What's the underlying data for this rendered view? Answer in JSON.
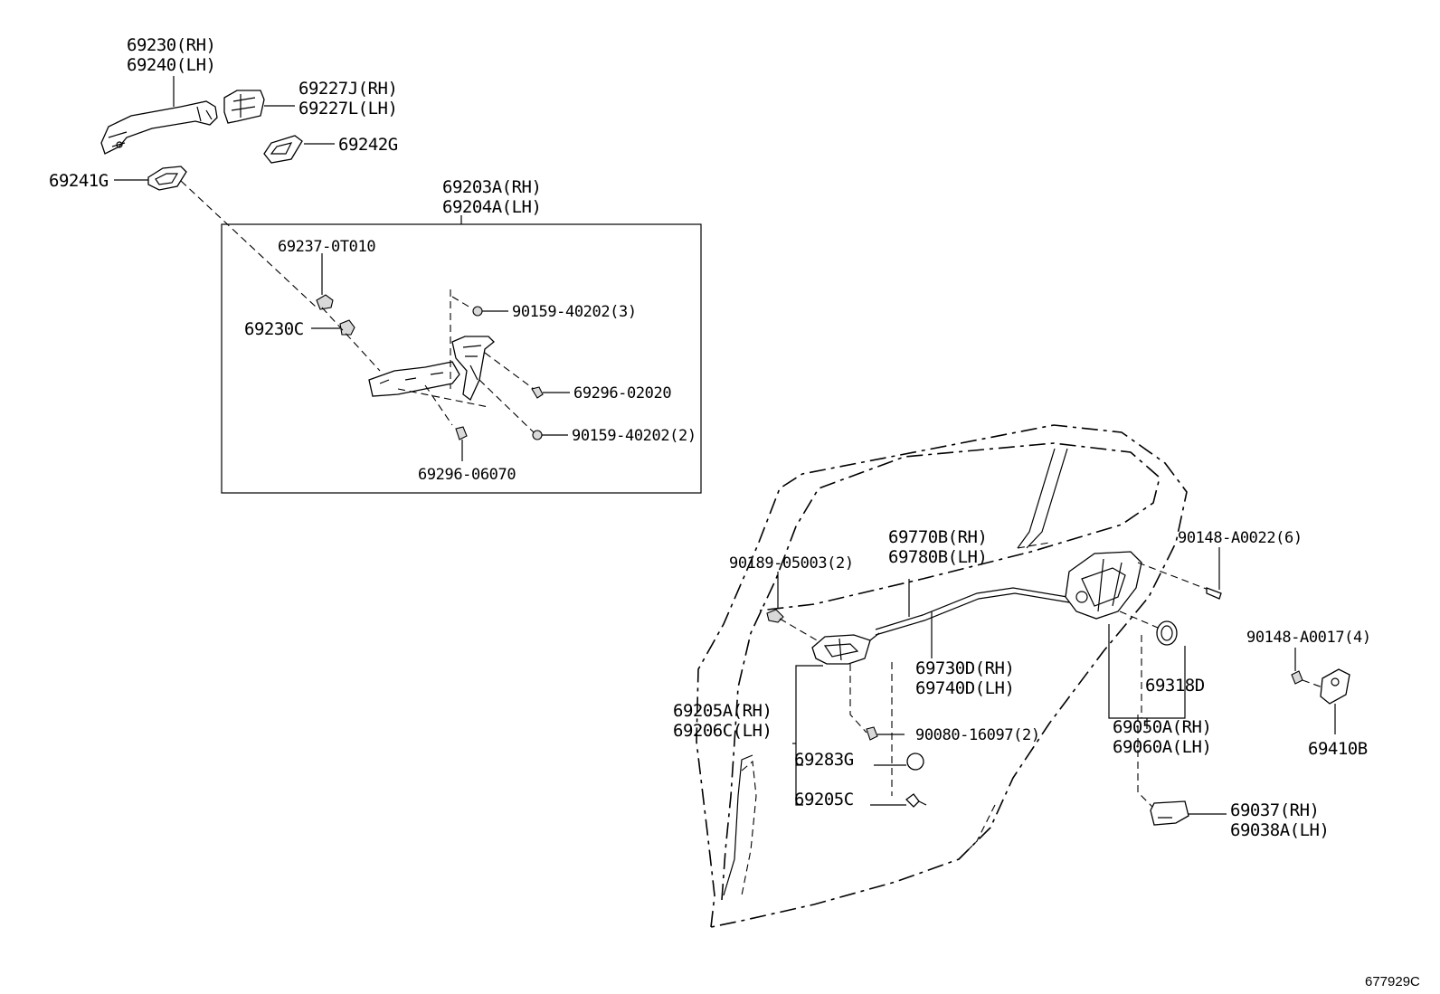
{
  "figure_ref": "677929C",
  "labels": {
    "outer_handle_rh": "69230(RH)",
    "outer_handle_lh": "69240(LH)",
    "handle_cap_rh": "69227J(RH)",
    "handle_cap_lh": "69227L(LH)",
    "pad_69242g": "69242G",
    "pad_69241g": "69241G",
    "frame_assy_rh": "69203A(RH)",
    "frame_assy_lh": "69204A(LH)",
    "part_69237": "69237-0T010",
    "part_69230c": "69230C",
    "screw_90159_3": "90159-40202(3)",
    "screw_69296_02020": "69296-02020",
    "screw_90159_2": "90159-40202(2)",
    "screw_69296_06070": "69296-06070",
    "clip_90189": "90189-05003(2)",
    "cable_69770b": "69770B(RH)",
    "cable_69780b": "69780B(LH)",
    "screw_90148_a0022": "90148-A0022(6)",
    "screw_90148_a0017": "90148-A0017(4)",
    "cable_69730d": "69730D(RH)",
    "cable_69740d": "69740D(LH)",
    "seal_69318d": "69318D",
    "inner_handle_rh": "69205A(RH)",
    "inner_handle_lh": "69206C(LH)",
    "screw_90080": "90080-16097(2)",
    "lock_assy_rh": "69050A(RH)",
    "lock_assy_lh": "69060A(LH)",
    "cap_69283g": "69283G",
    "striker_69410b": "69410B",
    "bezel_69205c": "69205C",
    "cover_rh": "69037(RH)",
    "cover_lh": "69038A(LH)"
  }
}
